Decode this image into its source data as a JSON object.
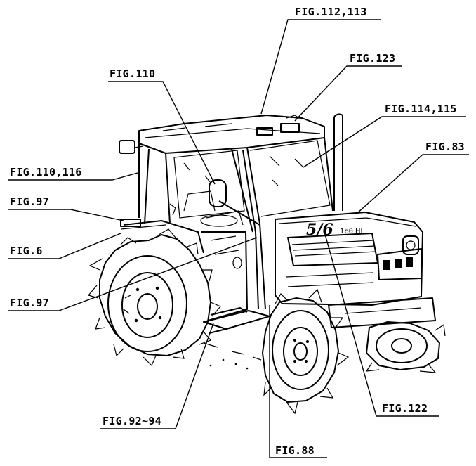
{
  "diagram": {
    "subject": "tractor-with-cab",
    "badge": {
      "model": "5/6",
      "sub": "1bθ HI"
    },
    "callouts": [
      {
        "id": "fig-112-113",
        "text": "FIG.112,113"
      },
      {
        "id": "fig-123",
        "text": "FIG.123"
      },
      {
        "id": "fig-110",
        "text": "FIG.110"
      },
      {
        "id": "fig-114-115",
        "text": "FIG.114,115"
      },
      {
        "id": "fig-83",
        "text": "FIG.83"
      },
      {
        "id": "fig-110-116",
        "text": "FIG.110,116"
      },
      {
        "id": "fig-97-top",
        "text": "FIG.97"
      },
      {
        "id": "fig-6",
        "text": "FIG.6"
      },
      {
        "id": "fig-97-bottom",
        "text": "FIG.97"
      },
      {
        "id": "fig-92-94",
        "text": "FIG.92~94"
      },
      {
        "id": "fig-122",
        "text": "FIG.122"
      },
      {
        "id": "fig-88",
        "text": "FIG.88"
      }
    ]
  }
}
